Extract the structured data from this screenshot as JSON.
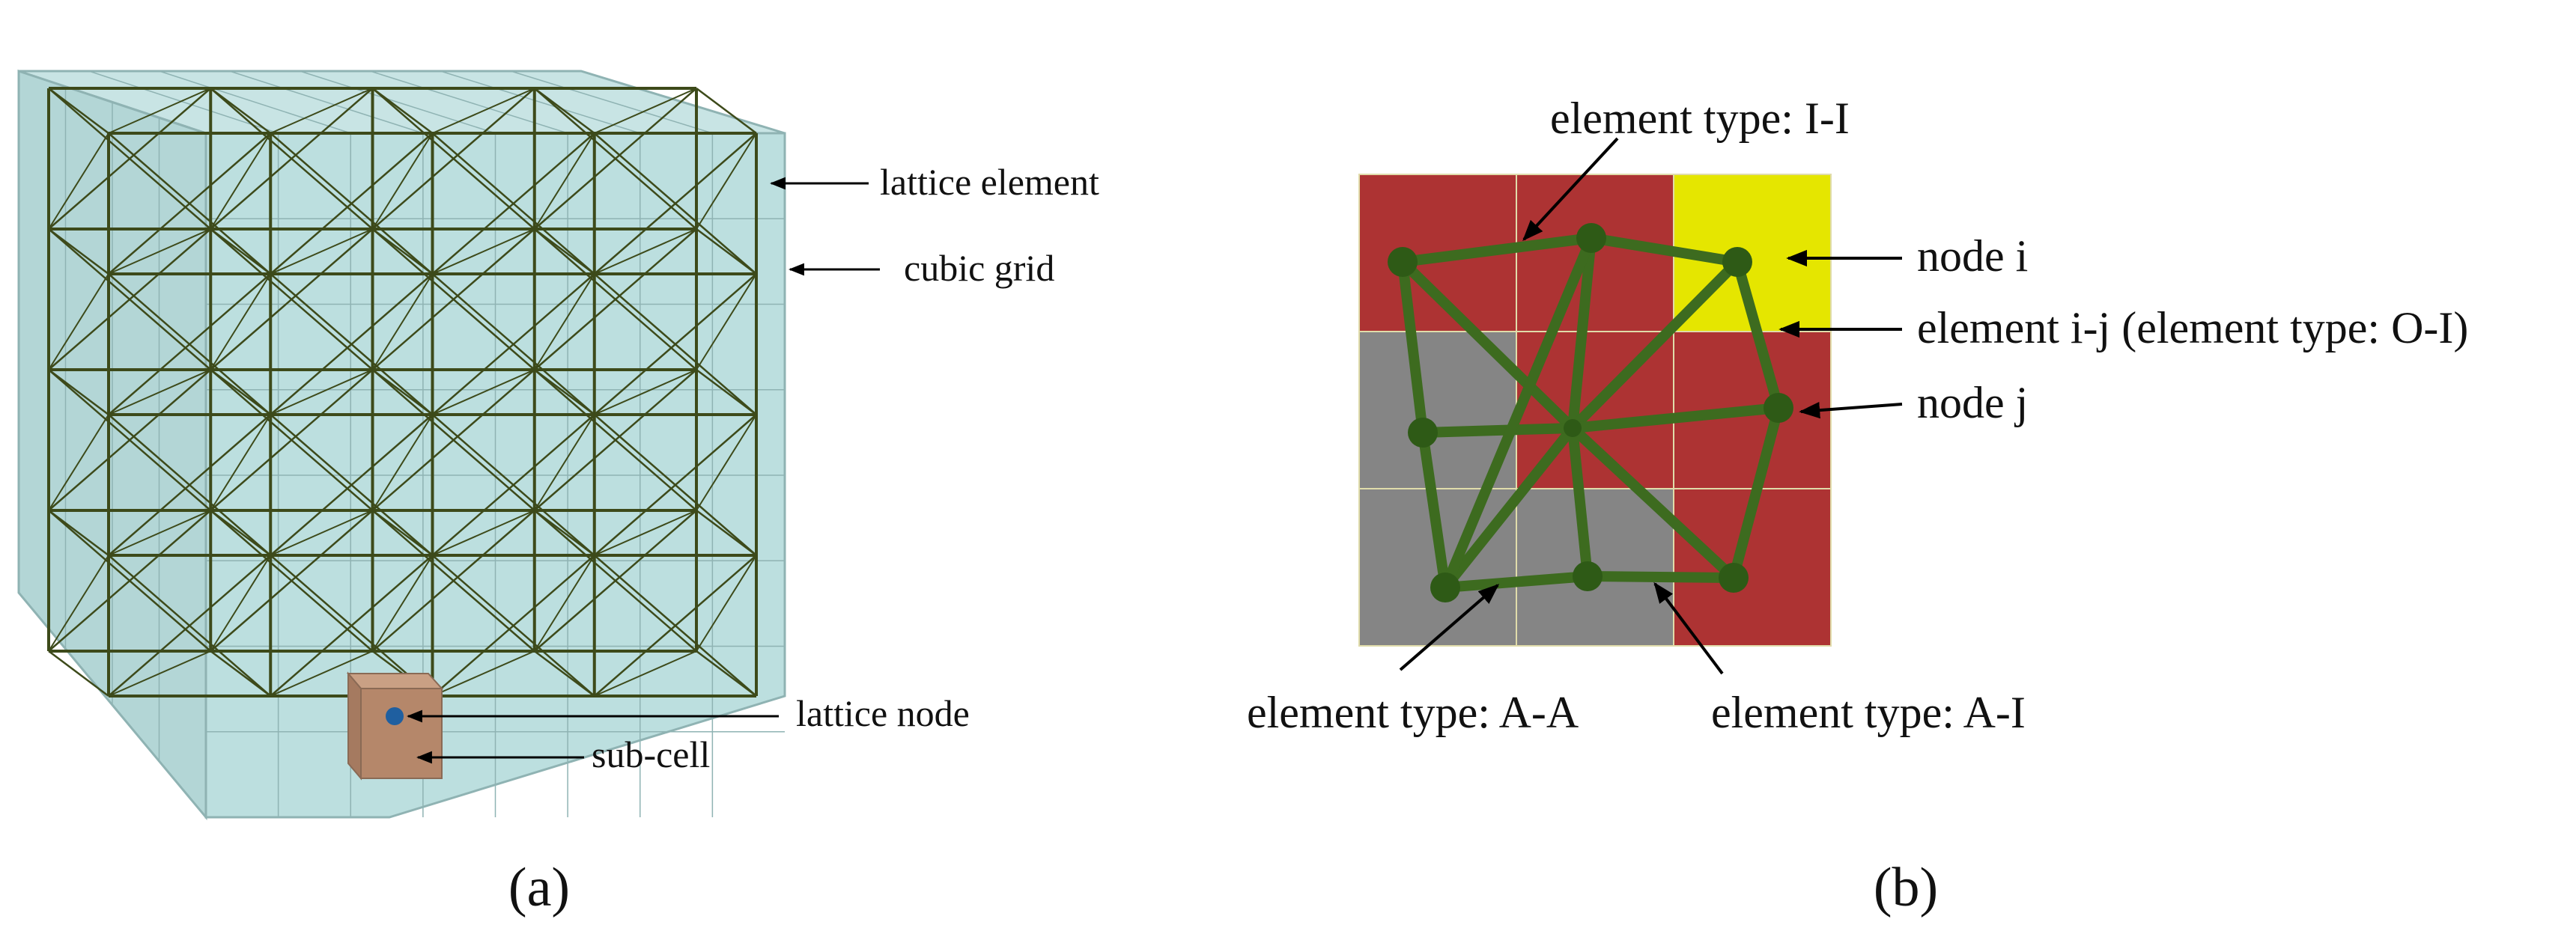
{
  "panel_a": {
    "caption": "(a)",
    "labels": {
      "lattice_element": "lattice element",
      "cubic_grid": "cubic grid",
      "lattice_node": "lattice node",
      "sub_cell": "sub-cell"
    }
  },
  "panel_b": {
    "caption": "(b)",
    "labels": {
      "element_ii": "element type: I-I",
      "node_i": "node i",
      "element_ij": "element i-j (element type: O-I)",
      "node_j": "node j",
      "element_aa": "element type: A-A",
      "element_ai": "element type: A-I"
    },
    "cell_types": [
      [
        "I",
        "I",
        "O"
      ],
      [
        "A",
        "I",
        "I"
      ],
      [
        "A",
        "A",
        "I"
      ]
    ]
  },
  "colors": {
    "box_fill": "#b9dcdc",
    "box_edge": "#8fb3b3",
    "lattice": "#3d4a1a",
    "subcell": "#b5876a",
    "node_a": "#1f5fa0",
    "cell_I": "#ad3333",
    "cell_O": "#e5e600",
    "cell_A": "#858585",
    "cell_border": "#e0dcaa",
    "net": "#3d6b1f",
    "net_node": "#2e5a16",
    "arrow": "#000000"
  }
}
